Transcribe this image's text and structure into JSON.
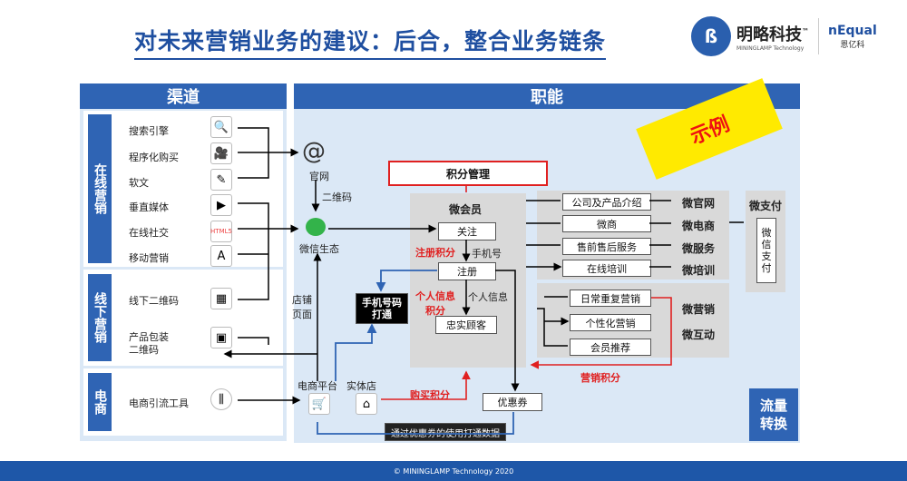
{
  "title": "对未来营销业务的建议：后合，整合业务链条",
  "brand": {
    "logo1": "明略科技",
    "logo1_tm": "™",
    "logo1_sub": "MININGLAMP Technology",
    "logo2": "nEqual",
    "logo2_sub": "恩亿科"
  },
  "channels": {
    "header": "渠道",
    "groups": [
      "在线营销",
      "线下营销",
      "电商"
    ],
    "items": [
      "搜索引擎",
      "程序化购买",
      "软文",
      "垂直媒体",
      "在线社交",
      "移动营销",
      "线下二维码",
      "产品包装",
      "二维码",
      "电商引流工具"
    ]
  },
  "functions": {
    "header": "职能",
    "example": "示例",
    "official": "官网",
    "qrcode": "二维码",
    "wechat": "微信生态",
    "store_page": "店铺\n页面",
    "points_mgmt": "积分管理",
    "member": "微会员",
    "follow": "关注",
    "reg_points": "注册积分",
    "phone": "手机号",
    "register": "注册",
    "personal_points": "个人信息\n积分",
    "personal_info": "个人信息",
    "loyal": "忠实顾客",
    "phone_link": "手机号码\n打通",
    "ecom_platform": "电商平台",
    "physical_store": "实体店",
    "purchase_points": "购买积分",
    "coupon": "优惠券",
    "coupon_data": "通过优惠券的使用打通数据",
    "marketing_points": "营销积分",
    "services": [
      "公司及产品介绍",
      "微商",
      "售前售后服务",
      "在线培训"
    ],
    "service_labels": [
      "微官网",
      "微电商",
      "微服务",
      "微培训"
    ],
    "marketing_items": [
      "日常重复营销",
      "个性化营销",
      "会员推荐"
    ],
    "marketing_labels": [
      "微营销",
      "微互动"
    ],
    "wepay": "微支付",
    "wepay_box": "微\n信\n支\n付",
    "traffic": "流量\n转换"
  },
  "footer": "© MININGLAMP Technology 2020"
}
